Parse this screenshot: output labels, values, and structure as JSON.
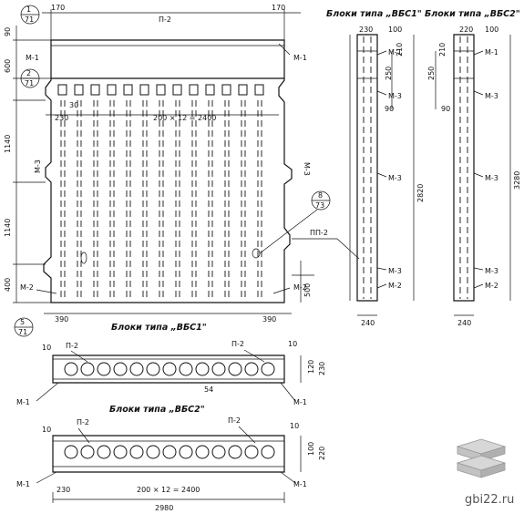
{
  "titles": {
    "vbs1_top": "Блоки типа „ВБС1\"",
    "vbs2_top": "Блоки типа „ВБС2\"",
    "vbs1_plan": "Блоки типа „ВБС1\"",
    "vbs2_plan": "Блоки типа „ВБС2\""
  },
  "callouts": {
    "c1_num": "1",
    "c1_sheet": "71",
    "c2_num": "2",
    "c2_sheet": "71",
    "c8_num": "8",
    "c8_sheet": "73",
    "c5_num": "5",
    "c5_sheet": "71"
  },
  "elevation": {
    "dim_170_left": "170",
    "dim_170_right": "170",
    "top_p2": "П-2",
    "m1_left": "М-1",
    "m1_right": "М-1",
    "m3_left": "М-3",
    "m3_right": "М-3",
    "m2_left": "М-2",
    "m2_right": "М-2",
    "pp2": "ПП-2",
    "dim_90": "90",
    "dim_600": "600",
    "dim_1140_a": "1140",
    "dim_1140_b": "1140",
    "dim_400": "400",
    "dim_30": "30",
    "dim_230": "230",
    "dim_spacing": "200 × 12 = 2400",
    "dim_500": "500",
    "dim_390_left": "390",
    "dim_390_right": "390"
  },
  "section_vbs1": {
    "dim_230": "230",
    "dim_100": "100",
    "dim_210": "210",
    "dim_250": "250",
    "dim_90": "90",
    "dim_2820": "2820",
    "m1": "М-1",
    "m3a": "М-3",
    "m3b": "М-3",
    "m3c": "М-3",
    "m2": "М-2",
    "dim_240": "240"
  },
  "section_vbs2": {
    "dim_220": "220",
    "dim_100": "100",
    "dim_210": "210",
    "dim_250": "250",
    "dim_90": "90",
    "dim_3280": "3280",
    "m1": "М-1",
    "m3a": "М-3",
    "m3b": "М-3",
    "m3c": "М-3",
    "m2": "М-2",
    "dim_240": "240"
  },
  "plan_vbs1": {
    "dim_10_left": "10",
    "dim_10_right": "10",
    "p2_left": "П-2",
    "p2_right": "П-2",
    "dim_120": "120",
    "dim_230": "230",
    "dim_54": "54",
    "m1_left": "М-1",
    "m1_right": "М-1"
  },
  "plan_vbs2": {
    "dim_10_left": "10",
    "dim_10_right": "10",
    "p2_left": "П-2",
    "p2_right": "П-2",
    "dim_100": "100",
    "dim_220": "220",
    "dim_230": "230",
    "dim_spacing": "200 × 12 = 2400",
    "dim_2980": "2980",
    "m1_left": "М-1",
    "m1_right": "М-1"
  },
  "watermark": "gbi22.ru",
  "icon": "layers-icon"
}
